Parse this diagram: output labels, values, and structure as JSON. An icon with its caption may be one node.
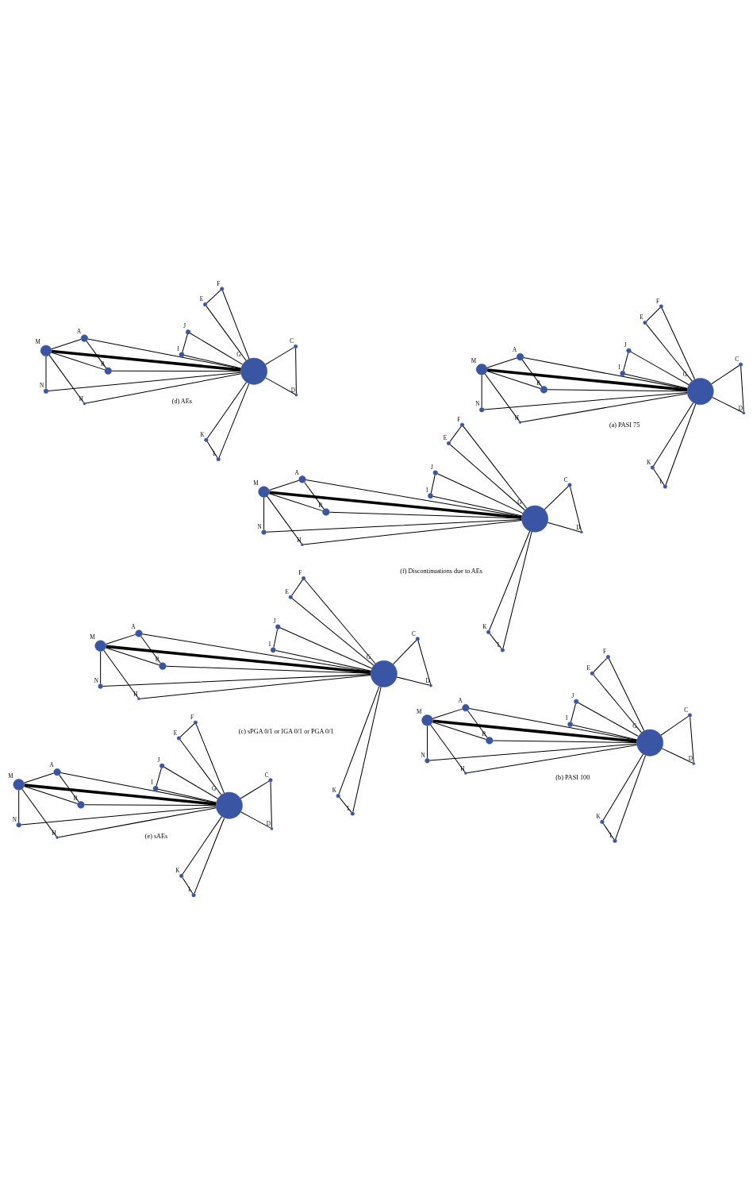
{
  "diagram": {
    "nodes": [
      {
        "text": [],
        "shape": "circle",
        "beside": [
          "A"
        ]
      },
      {
        "text": [],
        "shape": "circle",
        "beside": [
          "B"
        ]
      },
      {
        "text": [],
        "shape": "circle",
        "beside": [
          "C"
        ]
      },
      {
        "text": [],
        "shape": "circle",
        "beside": [
          "D"
        ]
      },
      {
        "text": [],
        "shape": "circle",
        "beside": [
          "E"
        ]
      },
      {
        "text": [],
        "shape": "circle",
        "beside": [
          "F"
        ]
      },
      {
        "text": [],
        "shape": "circle",
        "beside": [
          "G"
        ]
      },
      {
        "text": [],
        "shape": "circle",
        "beside": [
          "H"
        ]
      },
      {
        "text": [],
        "shape": "circle",
        "beside": [
          "I"
        ]
      },
      {
        "text": [],
        "shape": "circle",
        "beside": [
          "J"
        ]
      },
      {
        "text": [],
        "shape": "circle",
        "beside": [
          "K"
        ]
      },
      {
        "text": [],
        "shape": "circle",
        "beside": [
          "L"
        ]
      },
      {
        "text": [],
        "shape": "circle",
        "beside": [
          "M"
        ]
      },
      {
        "text": [],
        "shape": "circle",
        "beside": [
          "N"
        ]
      },
      {
        "text": [],
        "shape": "circle",
        "beside": [
          "A"
        ]
      },
      {
        "text": [],
        "shape": "circle",
        "beside": [
          "B"
        ]
      },
      {
        "text": [],
        "shape": "circle",
        "beside": [
          "C"
        ]
      },
      {
        "text": [],
        "shape": "circle",
        "beside": [
          "D"
        ]
      },
      {
        "text": [],
        "shape": "circle",
        "beside": [
          "E"
        ]
      },
      {
        "text": [],
        "shape": "circle",
        "beside": [
          "F"
        ]
      },
      {
        "text": [],
        "shape": "circle",
        "beside": [
          "G"
        ]
      },
      {
        "text": [],
        "shape": "circle",
        "beside": [
          "H"
        ]
      },
      {
        "text": [],
        "shape": "circle",
        "beside": [
          "I"
        ]
      },
      {
        "text": [],
        "shape": "circle",
        "beside": [
          "J"
        ]
      },
      {
        "text": [],
        "shape": "circle",
        "beside": [
          "K"
        ]
      },
      {
        "text": [],
        "shape": "circle",
        "beside": [
          "L"
        ]
      },
      {
        "text": [],
        "shape": "circle",
        "beside": [
          "M"
        ]
      },
      {
        "text": [],
        "shape": "circle",
        "beside": [
          "N"
        ]
      },
      {
        "text": [],
        "shape": "circle",
        "beside": [
          "A"
        ]
      },
      {
        "text": [],
        "shape": "circle",
        "beside": [
          "B"
        ]
      },
      {
        "text": [],
        "shape": "circle",
        "beside": [
          "C"
        ]
      },
      {
        "text": [],
        "shape": "circle",
        "beside": [
          "D"
        ]
      },
      {
        "text": [],
        "shape": "circle",
        "beside": [
          "E"
        ]
      },
      {
        "text": [],
        "shape": "circle",
        "beside": [
          "F"
        ]
      },
      {
        "text": [],
        "shape": "circle",
        "beside": [
          "G"
        ]
      },
      {
        "text": [],
        "shape": "circle",
        "beside": [
          "H"
        ]
      },
      {
        "text": [],
        "shape": "circle",
        "beside": [
          "I"
        ]
      },
      {
        "text": [],
        "shape": "circle",
        "beside": [
          "J"
        ]
      },
      {
        "text": [],
        "shape": "circle",
        "beside": [
          "K"
        ]
      },
      {
        "text": [],
        "shape": "circle",
        "beside": [
          "L"
        ]
      },
      {
        "text": [],
        "shape": "circle",
        "beside": [
          "M"
        ]
      },
      {
        "text": [],
        "shape": "circle",
        "beside": [
          "N"
        ]
      },
      {
        "text": [],
        "shape": "circle",
        "beside": [
          "A"
        ]
      },
      {
        "text": [],
        "shape": "circle",
        "beside": [
          "B"
        ]
      },
      {
        "text": [],
        "shape": "circle",
        "beside": [
          "C"
        ]
      },
      {
        "text": [],
        "shape": "circle",
        "beside": [
          "D"
        ]
      },
      {
        "text": [],
        "shape": "circle",
        "beside": [
          "E"
        ]
      },
      {
        "text": [],
        "shape": "circle",
        "beside": [
          "F"
        ]
      },
      {
        "text": [],
        "shape": "circle",
        "beside": [
          "G"
        ]
      },
      {
        "text": [],
        "shape": "circle",
        "beside": [
          "H"
        ]
      },
      {
        "text": [],
        "shape": "circle",
        "beside": [
          "I"
        ]
      },
      {
        "text": [],
        "shape": "circle",
        "beside": [
          "J"
        ]
      },
      {
        "text": [],
        "shape": "circle",
        "beside": [
          "K"
        ]
      },
      {
        "text": [],
        "shape": "circle",
        "beside": [
          "L"
        ]
      },
      {
        "text": [],
        "shape": "circle",
        "beside": [
          "M"
        ]
      },
      {
        "text": [],
        "shape": "circle",
        "beside": [
          "N"
        ]
      },
      {
        "text": [],
        "shape": "circle",
        "beside": [
          "A"
        ]
      },
      {
        "text": [],
        "shape": "circle",
        "beside": [
          "B"
        ]
      },
      {
        "text": [],
        "shape": "circle",
        "beside": [
          "C"
        ]
      },
      {
        "text": [],
        "shape": "circle",
        "beside": [
          "D"
        ]
      },
      {
        "text": [],
        "shape": "circle",
        "beside": [
          "E"
        ]
      },
      {
        "text": [],
        "shape": "circle",
        "beside": [
          "F"
        ]
      },
      {
        "text": [],
        "shape": "circle",
        "beside": [
          "G"
        ]
      },
      {
        "text": [],
        "shape": "circle",
        "beside": [
          "H"
        ]
      },
      {
        "text": [],
        "shape": "circle",
        "beside": [
          "I"
        ]
      },
      {
        "text": [],
        "shape": "circle",
        "beside": [
          "J"
        ]
      },
      {
        "text": [],
        "shape": "circle",
        "beside": [
          "K"
        ]
      },
      {
        "text": [],
        "shape": "circle",
        "beside": [
          "L"
        ]
      },
      {
        "text": [],
        "shape": "circle",
        "beside": [
          "M"
        ]
      },
      {
        "text": [],
        "shape": "circle",
        "beside": [
          "N"
        ]
      },
      {
        "text": [],
        "shape": "circle",
        "beside": [
          "A"
        ]
      },
      {
        "text": [],
        "shape": "circle",
        "beside": [
          "B"
        ]
      },
      {
        "text": [],
        "shape": "circle",
        "beside": [
          "C"
        ]
      },
      {
        "text": [],
        "shape": "circle",
        "beside": [
          "D"
        ]
      },
      {
        "text": [],
        "shape": "circle",
        "beside": [
          "E"
        ]
      },
      {
        "text": [],
        "shape": "circle",
        "beside": [
          "F"
        ]
      },
      {
        "text": [],
        "shape": "circle",
        "beside": [
          "G"
        ]
      },
      {
        "text": [],
        "shape": "circle",
        "beside": [
          "H"
        ]
      },
      {
        "text": [],
        "shape": "circle",
        "beside": [
          "I"
        ]
      },
      {
        "text": [],
        "shape": "circle",
        "beside": [
          "J"
        ]
      },
      {
        "text": [],
        "shape": "circle",
        "beside": [
          "K"
        ]
      },
      {
        "text": [],
        "shape": "circle",
        "beside": [
          "L"
        ]
      },
      {
        "text": [],
        "shape": "circle",
        "beside": [
          "M"
        ]
      },
      {
        "text": [],
        "shape": "circle",
        "beside": [
          "N"
        ]
      }
    ],
    "edges": [
      {
        "from": 6,
        "to": 4,
        "arrow": "none"
      },
      {
        "from": 6,
        "to": 5,
        "arrow": "none"
      },
      {
        "from": 5,
        "to": 4,
        "arrow": "none"
      },
      {
        "from": 6,
        "to": 3,
        "arrow": "none"
      },
      {
        "from": 3,
        "to": 2,
        "arrow": "none"
      },
      {
        "from": 6,
        "to": 2,
        "arrow": "none"
      },
      {
        "from": 6,
        "to": 1,
        "arrow": "none"
      },
      {
        "from": 6,
        "to": 0,
        "arrow": "none"
      },
      {
        "from": 1,
        "to": 0,
        "arrow": "none"
      },
      {
        "from": 1,
        "to": 12,
        "arrow": "none"
      },
      {
        "from": 0,
        "to": 12,
        "arrow": "none"
      },
      {
        "from": 6,
        "to": 13,
        "arrow": "none"
      },
      {
        "from": 13,
        "to": 12,
        "arrow": "none"
      },
      {
        "from": 6,
        "to": 12,
        "arrow": "none",
        "style": "thick"
      },
      {
        "from": 6,
        "to": 7,
        "arrow": "none"
      },
      {
        "from": 7,
        "to": 12,
        "arrow": "none"
      },
      {
        "from": 6,
        "to": 8,
        "arrow": "none"
      },
      {
        "from": 8,
        "to": 9,
        "arrow": "none"
      },
      {
        "from": 6,
        "to": 9,
        "arrow": "none"
      },
      {
        "from": 6,
        "to": 10,
        "arrow": "none"
      },
      {
        "from": 6,
        "to": 11,
        "arrow": "none"
      },
      {
        "from": 10,
        "to": 11,
        "arrow": "none"
      },
      {
        "from": 20,
        "to": 18,
        "arrow": "none"
      },
      {
        "from": 20,
        "to": 19,
        "arrow": "none"
      },
      {
        "from": 19,
        "to": 18,
        "arrow": "none"
      },
      {
        "from": 20,
        "to": 17,
        "arrow": "none"
      },
      {
        "from": 17,
        "to": 16,
        "arrow": "none"
      },
      {
        "from": 20,
        "to": 16,
        "arrow": "none"
      },
      {
        "from": 20,
        "to": 15,
        "arrow": "none"
      },
      {
        "from": 20,
        "to": 14,
        "arrow": "none"
      },
      {
        "from": 15,
        "to": 14,
        "arrow": "none"
      },
      {
        "from": 15,
        "to": 26,
        "arrow": "none"
      },
      {
        "from": 14,
        "to": 26,
        "arrow": "none"
      },
      {
        "from": 20,
        "to": 27,
        "arrow": "none"
      },
      {
        "from": 27,
        "to": 26,
        "arrow": "none"
      },
      {
        "from": 20,
        "to": 26,
        "arrow": "none",
        "style": "thick"
      },
      {
        "from": 20,
        "to": 21,
        "arrow": "none"
      },
      {
        "from": 21,
        "to": 26,
        "arrow": "none"
      },
      {
        "from": 20,
        "to": 22,
        "arrow": "none"
      },
      {
        "from": 22,
        "to": 23,
        "arrow": "none"
      },
      {
        "from": 20,
        "to": 23,
        "arrow": "none"
      },
      {
        "from": 20,
        "to": 24,
        "arrow": "none"
      },
      {
        "from": 20,
        "to": 25,
        "arrow": "none"
      },
      {
        "from": 24,
        "to": 25,
        "arrow": "none"
      },
      {
        "from": 34,
        "to": 32,
        "arrow": "none"
      },
      {
        "from": 34,
        "to": 33,
        "arrow": "none"
      },
      {
        "from": 33,
        "to": 32,
        "arrow": "none"
      },
      {
        "from": 34,
        "to": 31,
        "arrow": "none"
      },
      {
        "from": 31,
        "to": 30,
        "arrow": "none"
      },
      {
        "from": 34,
        "to": 30,
        "arrow": "none"
      },
      {
        "from": 34,
        "to": 29,
        "arrow": "none"
      },
      {
        "from": 34,
        "to": 28,
        "arrow": "none"
      },
      {
        "from": 29,
        "to": 28,
        "arrow": "none"
      },
      {
        "from": 29,
        "to": 40,
        "arrow": "none"
      },
      {
        "from": 28,
        "to": 40,
        "arrow": "none"
      },
      {
        "from": 34,
        "to": 41,
        "arrow": "none"
      },
      {
        "from": 41,
        "to": 40,
        "arrow": "none"
      },
      {
        "from": 34,
        "to": 40,
        "arrow": "none",
        "style": "thick"
      },
      {
        "from": 34,
        "to": 35,
        "arrow": "none"
      },
      {
        "from": 35,
        "to": 40,
        "arrow": "none"
      },
      {
        "from": 34,
        "to": 36,
        "arrow": "none"
      },
      {
        "from": 36,
        "to": 37,
        "arrow": "none"
      },
      {
        "from": 34,
        "to": 37,
        "arrow": "none"
      },
      {
        "from": 34,
        "to": 38,
        "arrow": "none"
      },
      {
        "from": 34,
        "to": 39,
        "arrow": "none"
      },
      {
        "from": 38,
        "to": 39,
        "arrow": "none"
      },
      {
        "from": 48,
        "to": 46,
        "arrow": "none"
      },
      {
        "from": 48,
        "to": 47,
        "arrow": "none"
      },
      {
        "from": 47,
        "to": 46,
        "arrow": "none"
      },
      {
        "from": 48,
        "to": 45,
        "arrow": "none"
      },
      {
        "from": 45,
        "to": 44,
        "arrow": "none"
      },
      {
        "from": 48,
        "to": 44,
        "arrow": "none"
      },
      {
        "from": 48,
        "to": 43,
        "arrow": "none"
      },
      {
        "from": 48,
        "to": 42,
        "arrow": "none"
      },
      {
        "from": 43,
        "to": 42,
        "arrow": "none"
      },
      {
        "from": 43,
        "to": 54,
        "arrow": "none"
      },
      {
        "from": 42,
        "to": 54,
        "arrow": "none"
      },
      {
        "from": 48,
        "to": 55,
        "arrow": "none"
      },
      {
        "from": 55,
        "to": 54,
        "arrow": "none"
      },
      {
        "from": 48,
        "to": 54,
        "arrow": "none",
        "style": "thick"
      },
      {
        "from": 48,
        "to": 49,
        "arrow": "none"
      },
      {
        "from": 49,
        "to": 54,
        "arrow": "none"
      },
      {
        "from": 48,
        "to": 50,
        "arrow": "none"
      },
      {
        "from": 50,
        "to": 51,
        "arrow": "none"
      },
      {
        "from": 48,
        "to": 51,
        "arrow": "none"
      },
      {
        "from": 48,
        "to": 52,
        "arrow": "none"
      },
      {
        "from": 48,
        "to": 53,
        "arrow": "none"
      },
      {
        "from": 52,
        "to": 53,
        "arrow": "none"
      },
      {
        "from": 62,
        "to": 60,
        "arrow": "none"
      },
      {
        "from": 62,
        "to": 61,
        "arrow": "none"
      },
      {
        "from": 61,
        "to": 60,
        "arrow": "none"
      },
      {
        "from": 62,
        "to": 59,
        "arrow": "none"
      },
      {
        "from": 59,
        "to": 58,
        "arrow": "none"
      },
      {
        "from": 62,
        "to": 58,
        "arrow": "none"
      },
      {
        "from": 62,
        "to": 57,
        "arrow": "none"
      },
      {
        "from": 62,
        "to": 56,
        "arrow": "none"
      },
      {
        "from": 57,
        "to": 56,
        "arrow": "none"
      },
      {
        "from": 57,
        "to": 68,
        "arrow": "none"
      },
      {
        "from": 56,
        "to": 68,
        "arrow": "none"
      },
      {
        "from": 62,
        "to": 69,
        "arrow": "none"
      },
      {
        "from": 69,
        "to": 68,
        "arrow": "none"
      },
      {
        "from": 62,
        "to": 68,
        "arrow": "none",
        "style": "thick"
      },
      {
        "from": 62,
        "to": 63,
        "arrow": "none"
      },
      {
        "from": 63,
        "to": 68,
        "arrow": "none"
      },
      {
        "from": 62,
        "to": 64,
        "arrow": "none"
      },
      {
        "from": 64,
        "to": 65,
        "arrow": "none"
      },
      {
        "from": 62,
        "to": 65,
        "arrow": "none"
      },
      {
        "from": 62,
        "to": 66,
        "arrow": "none"
      },
      {
        "from": 62,
        "to": 67,
        "arrow": "none"
      },
      {
        "from": 66,
        "to": 67,
        "arrow": "none"
      },
      {
        "from": 76,
        "to": 74,
        "arrow": "none"
      },
      {
        "from": 76,
        "to": 75,
        "arrow": "none"
      },
      {
        "from": 75,
        "to": 74,
        "arrow": "none"
      },
      {
        "from": 76,
        "to": 73,
        "arrow": "none"
      },
      {
        "from": 73,
        "to": 72,
        "arrow": "none"
      },
      {
        "from": 76,
        "to": 72,
        "arrow": "none"
      },
      {
        "from": 76,
        "to": 71,
        "arrow": "none"
      },
      {
        "from": 76,
        "to": 70,
        "arrow": "none"
      },
      {
        "from": 71,
        "to": 70,
        "arrow": "none"
      },
      {
        "from": 71,
        "to": 82,
        "arrow": "none"
      },
      {
        "from": 70,
        "to": 82,
        "arrow": "none"
      },
      {
        "from": 76,
        "to": 83,
        "arrow": "none"
      },
      {
        "from": 83,
        "to": 82,
        "arrow": "none"
      },
      {
        "from": 76,
        "to": 82,
        "arrow": "none",
        "style": "thick"
      },
      {
        "from": 76,
        "to": 77,
        "arrow": "none"
      },
      {
        "from": 77,
        "to": 82,
        "arrow": "none"
      },
      {
        "from": 76,
        "to": 78,
        "arrow": "none"
      },
      {
        "from": 78,
        "to": 79,
        "arrow": "none"
      },
      {
        "from": 76,
        "to": 79,
        "arrow": "none"
      },
      {
        "from": 76,
        "to": 80,
        "arrow": "none"
      },
      {
        "from": 76,
        "to": 81,
        "arrow": "none"
      },
      {
        "from": 80,
        "to": 81,
        "arrow": "none"
      }
    ],
    "labels": [
      "(a) PASI 75",
      "(b) PASI 100",
      "(c) sPGA 0/1 or IGA 0/1 or PGA 0/1",
      "(d) AEs",
      "(e) sAEs",
      "(f) Discontinuations due to AEs"
    ]
  }
}
